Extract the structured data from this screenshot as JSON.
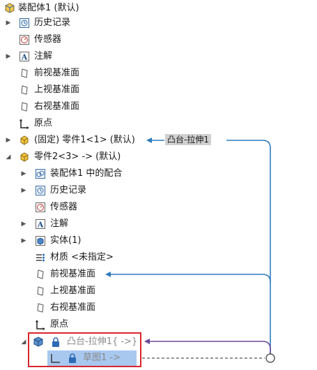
{
  "tree": {
    "root": "装配体1 (默认)",
    "history": "历史记录",
    "sensors": "传感器",
    "annotations": "注解",
    "front_plane": "前视基准面",
    "top_plane": "上视基准面",
    "right_plane": "右视基准面",
    "origin": "原点",
    "part1": "(固定) 零件1<1> (默认)",
    "part2": "零件2<3> -> (默认)",
    "part2_mates": "装配体1 中的配合",
    "part2_history": "历史记录",
    "part2_sensors": "传感器",
    "part2_annotations": "注解",
    "part2_solids": "实体(1)",
    "part2_material": "材质 <未指定>",
    "part2_front": "前视基准面",
    "part2_top": "上视基准面",
    "part2_right": "右视基准面",
    "part2_origin": "原点",
    "feature": "凸台-拉伸1{ ->}",
    "sketch": "草图1 ->"
  },
  "callout_label": "凸台-拉伸1",
  "colors": {
    "selection": "#a8c8ef",
    "highlight_box": "#d7262b",
    "arrow_blue": "#2e7bbf",
    "arrow_purple": "#6b4a9a"
  }
}
